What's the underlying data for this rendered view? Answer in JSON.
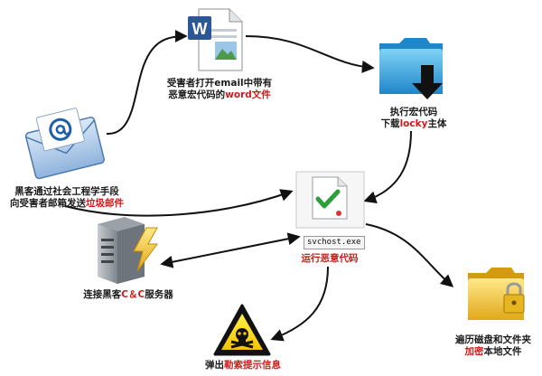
{
  "nodes": {
    "email": {
      "line1": "黑客通过社会工程学手段",
      "line2_prefix": "向受害者邮箱发送",
      "line2_highlight": "垃圾邮件"
    },
    "word": {
      "line1": "受害者打开email中带有",
      "line2_prefix": "恶意宏代码的",
      "line2_highlight": "word文件"
    },
    "download": {
      "line1": "执行宏代码",
      "line2_prefix": "下载",
      "line2_highlight": "locky",
      "line2_suffix": "主体"
    },
    "svchost": {
      "filename": "svchost.exe",
      "caption": "运行恶意代码"
    },
    "server": {
      "prefix": "连接黑客",
      "highlight": "C＆C",
      "suffix": "服务器"
    },
    "warning": {
      "prefix": "弹出",
      "highlight": "勒索提示信息"
    },
    "folder": {
      "line1": "遍历磁盘和文件夹",
      "line2_highlight": "加密",
      "line2_suffix": "本地文件"
    }
  },
  "colors": {
    "highlight": "#d01a1a",
    "arrow": "#111111"
  },
  "icons": [
    "email-icon",
    "word-document-icon",
    "download-folder-icon",
    "executable-file-icon",
    "server-icon",
    "lightning-icon",
    "warning-skull-icon",
    "locked-folder-icon"
  ]
}
